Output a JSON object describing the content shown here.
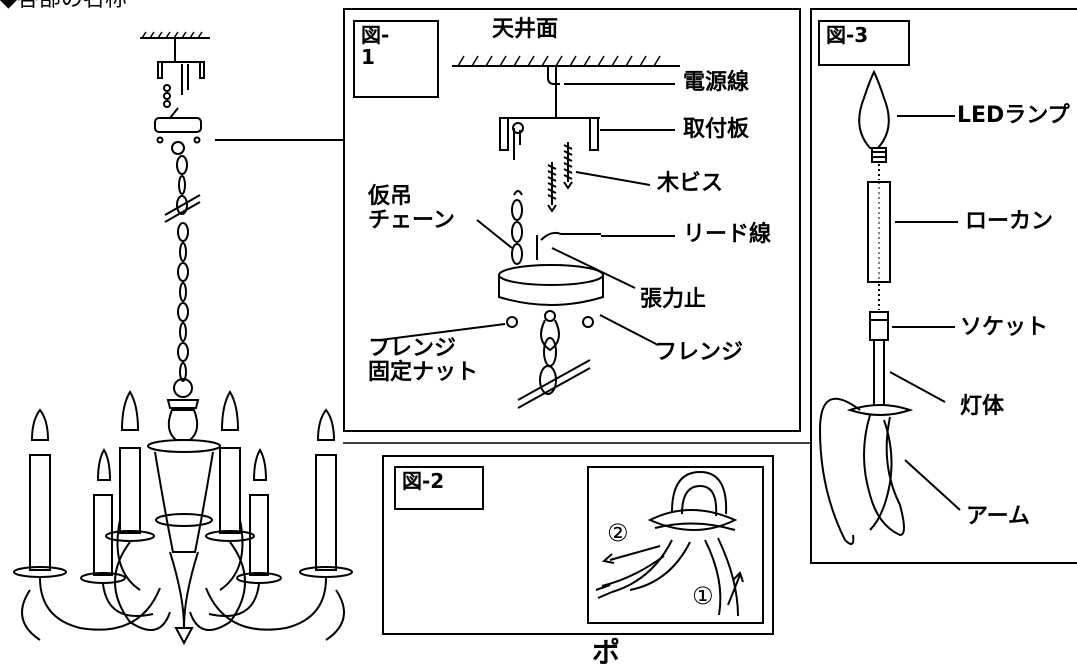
{
  "page_title": "◆各部の名称",
  "fig1": {
    "tag": "図-1",
    "ceiling": "天井面",
    "power_wire": "電源線",
    "mount_plate": "取付板",
    "wood_screw": "木ビス",
    "temp_chain": "仮吊\nチェーン",
    "lead_wire": "リード線",
    "strain_relief": "張力止",
    "flange_nut": "フレンジ\n固定ナット",
    "flange": "フレンジ"
  },
  "fig2": {
    "tag": "図-2",
    "step1": "①",
    "step2": "②"
  },
  "fig3": {
    "tag": "図-3",
    "led_lamp": "LEDランプ",
    "low_can": "ローカン",
    "socket": "ソケット",
    "light_body": "灯体",
    "arm": "アーム"
  },
  "bottom_text": "ポ"
}
